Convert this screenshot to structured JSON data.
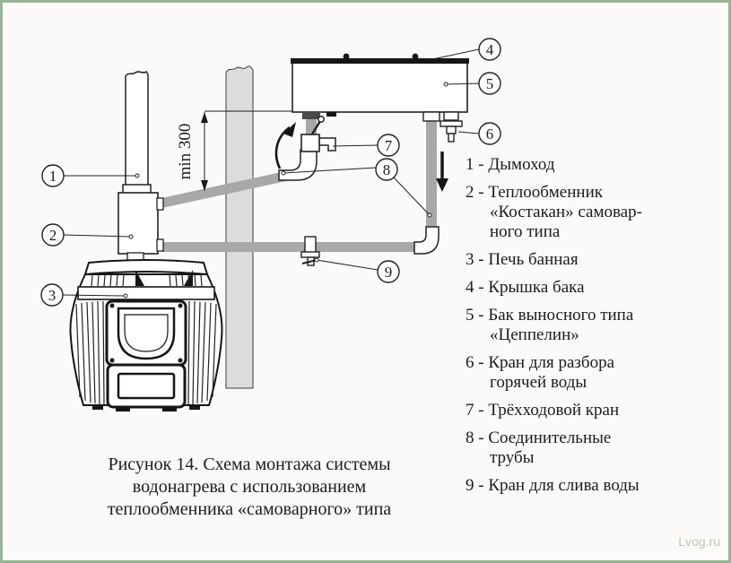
{
  "colors": {
    "background": "#fbfaf9",
    "frame_border": "#96b496",
    "ink": "#1c1c1c",
    "pipe_gray": "#a8a8a8",
    "wall_gray": "#dcdcdc",
    "watermark": "#b6c9b6"
  },
  "diagram": {
    "dimension_label": "min 300",
    "callouts": [
      "1",
      "2",
      "3",
      "4",
      "5",
      "6",
      "7",
      "8",
      "9"
    ]
  },
  "legend": {
    "items": [
      "1 - Дымоход",
      "2 - Теплообменник\n«Костакан» самовар-\nного типа",
      "3 - Печь банная",
      "4 - Крышка бака",
      "5 - Бак выносного типа\n«Цеппелин»",
      "6 - Кран для разбора\nгорячей воды",
      "7 - Трёхходовой кран",
      "8 - Соединительные\nтрубы",
      "9 - Кран для слива воды"
    ]
  },
  "caption": "Рисунок 14. Схема монтажа системы\nводонагрева с использованием\nтеплообменника «самоварного» типа",
  "watermark": "Lvog.ru"
}
